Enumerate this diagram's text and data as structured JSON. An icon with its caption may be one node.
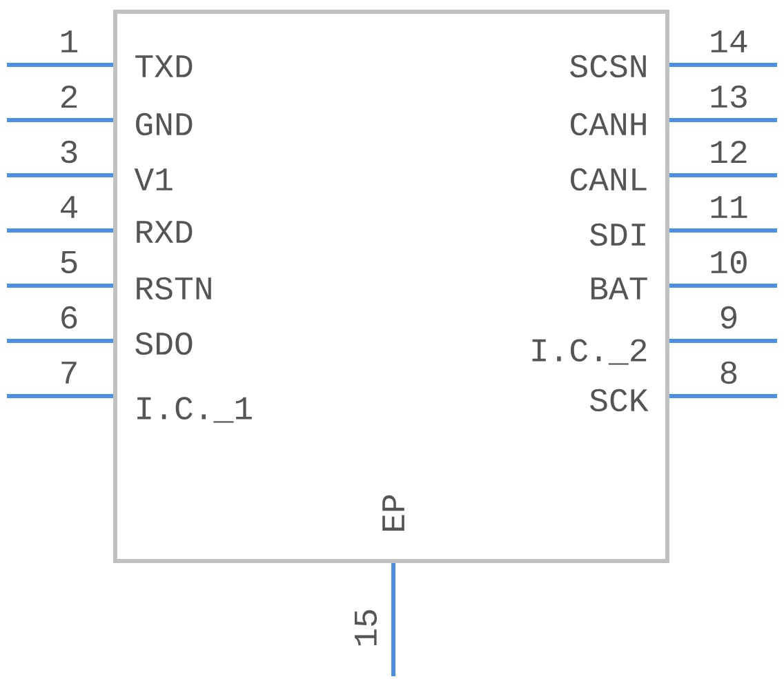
{
  "diagram": {
    "nodes": [
      {
        "text": [],
        "shape": "box"
      }
    ],
    "labels": [
      "1",
      "TXD",
      "2",
      "GND",
      "3",
      "V1",
      "4",
      "RXD",
      "5",
      "RSTN",
      "6",
      "SDO",
      "7",
      "I.C._1",
      "14",
      "SCSN",
      "13",
      "CANH",
      "12",
      "CANL",
      "11",
      "SDI",
      "10",
      "BAT",
      "9",
      "I.C._2",
      "8",
      "SCK",
      "EP",
      "15"
    ]
  }
}
